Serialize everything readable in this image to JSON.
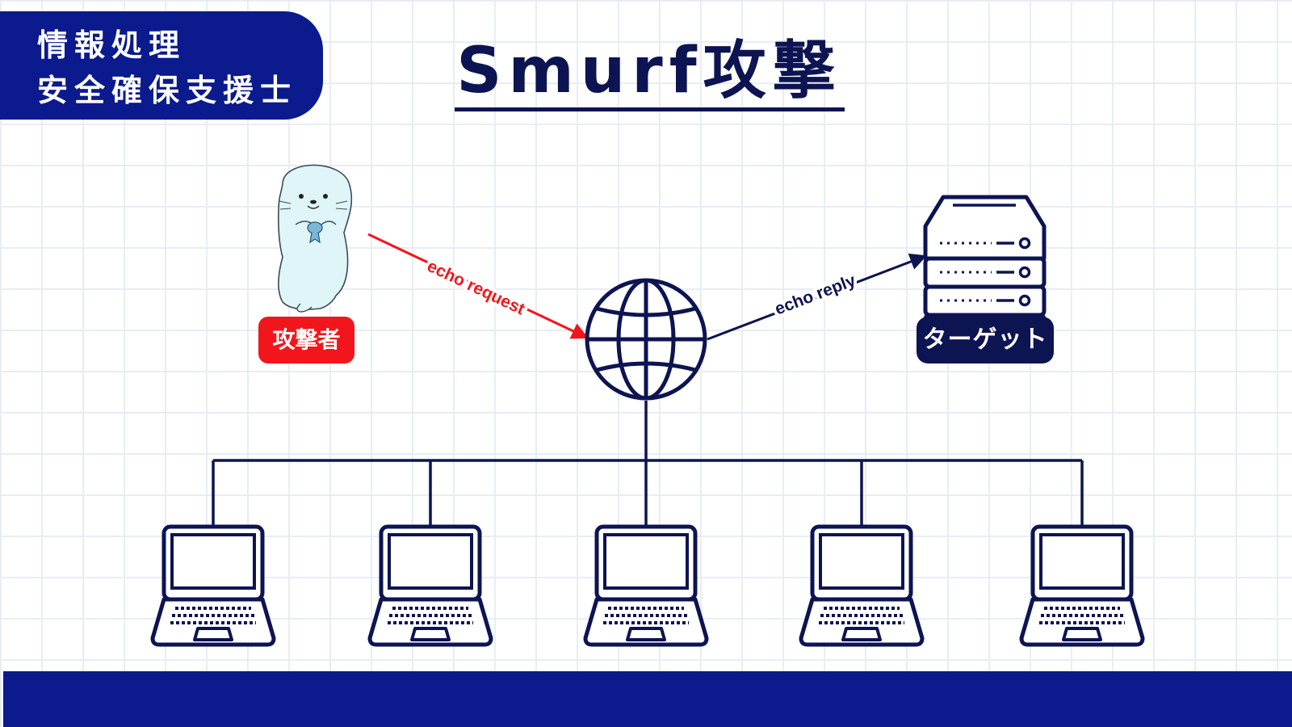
{
  "badge": {
    "line1": "情報処理",
    "line2": "安全確保支援士"
  },
  "title": "Smurf攻撃",
  "nodes": {
    "attacker_label": "攻撃者",
    "target_label": "ターゲット"
  },
  "edges": {
    "request_label": "echo request",
    "reply_label": "echo reply"
  },
  "icons": {
    "attacker": "seal-character-icon",
    "internet": "globe-icon",
    "target": "server-icon",
    "hosts": [
      "laptop-icon",
      "laptop-icon",
      "laptop-icon",
      "laptop-icon",
      "laptop-icon"
    ]
  },
  "colors": {
    "navy": "#0d1452",
    "badge_blue": "#0b1a8c",
    "attack_red": "#f2161c",
    "seal_body": "#dff5f7"
  }
}
